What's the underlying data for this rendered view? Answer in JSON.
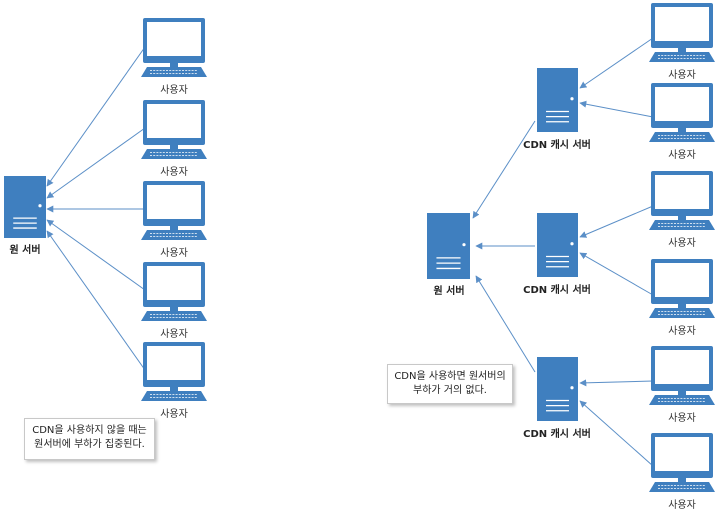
{
  "colors": {
    "device_fill": "#3f7fbf",
    "arrow": "#5b8fc7",
    "label": "#333333"
  },
  "icons": {
    "client": "monitor-icon",
    "server": "server-tower-icon"
  },
  "left_diagram": {
    "origin_label": "원 서버",
    "user_labels": [
      "사용자",
      "사용자",
      "사용자",
      "사용자",
      "사용자"
    ],
    "note": "CDN을 사용하지 않을 때는\n원서버에 부하가 집중된다."
  },
  "right_diagram": {
    "origin_label": "원 서버",
    "cache_labels": [
      "CDN 캐시 서버",
      "CDN 캐시 서버",
      "CDN 캐시 서버"
    ],
    "user_labels": [
      "사용자",
      "사용자",
      "사용자",
      "사용자",
      "사용자",
      "사용자"
    ],
    "note": "CDN을 사용하면 원서버의\n부하가 거의 없다."
  }
}
